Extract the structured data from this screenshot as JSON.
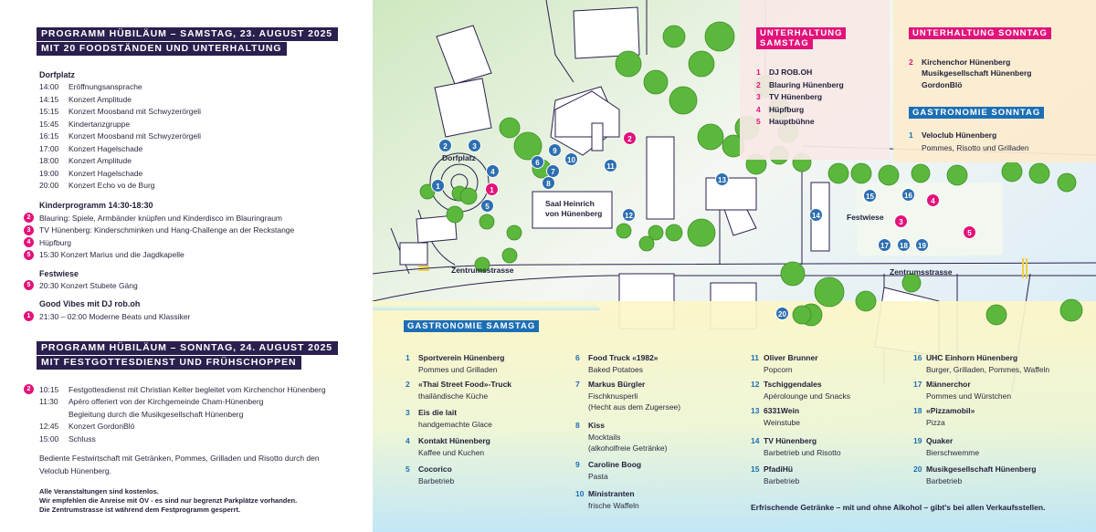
{
  "saturday": {
    "header1": "PROGRAMM HÜBILÄUM – SAMSTAG, 23. AUGUST 2025",
    "header2": "MIT 20 FOODSTÄNDEN UND UNTERHALTUNG",
    "dorfplatz_title": "Dorfplatz",
    "dorfplatz": [
      {
        "time": "14:00",
        "text": "Eröffnungsansprache"
      },
      {
        "time": "14:15",
        "text": "Konzert Amplitude"
      },
      {
        "time": "15:15",
        "text": "Konzert Moosband mit Schwyzerörgeli"
      },
      {
        "time": "15:45",
        "text": "Kindertanzgruppe"
      },
      {
        "time": "16:15",
        "text": "Konzert Moosband mit Schwyzerörgeli"
      },
      {
        "time": "17:00",
        "text": "Konzert Hagelschade"
      },
      {
        "time": "18:00",
        "text": "Konzert Amplitude"
      },
      {
        "time": "19:00",
        "text": "Konzert Hagelschade"
      },
      {
        "time": "20:00",
        "text": "Konzert Echo vo de Burg"
      }
    ],
    "kinder_title": "Kinderprogramm 14:30-18:30",
    "kinder": [
      {
        "mark": "2",
        "text": "Blauring: Spiele, Armbänder knüpfen und Kinderdisco im Blauringraum"
      },
      {
        "mark": "3",
        "text": "TV Hünenberg: Kinderschminken und Hang-Challenge an der Reckstange"
      },
      {
        "mark": "4",
        "text": "Hüpfburg"
      },
      {
        "mark": "5",
        "text": "15:30   Konzert Marius und die Jagdkapelle"
      }
    ],
    "festwiese_title": "Festwiese",
    "festwiese": [
      {
        "mark": "5",
        "text": "20:30   Konzert Stubete Gäng"
      }
    ],
    "goodvibes_title": "Good Vibes mit DJ rob.oh",
    "goodvibes": [
      {
        "mark": "1",
        "text": "21:30 – 02:00  Moderne Beats und Klassiker"
      }
    ]
  },
  "sunday": {
    "header1": "PROGRAMM HÜBILÄUM – SONNTAG, 24. AUGUST 2025",
    "header2": "MIT FESTGOTTESDIENST UND FRÜHSCHOPPEN",
    "items": [
      {
        "mark": "2",
        "time": "10:15",
        "text": "Festgottesdienst mit Christian Kelter begleitet vom Kirchenchor Hünenberg"
      },
      {
        "mark": "",
        "time": "11:30",
        "text": "Apéro offeriert von der Kirchgemeinde Cham-Hünenberg"
      },
      {
        "mark": "",
        "time": "",
        "text": "Begleitung durch die Musikgesellschaft Hünenberg"
      },
      {
        "mark": "",
        "time": "12:45",
        "text": "Konzert GordonBlö"
      },
      {
        "mark": "",
        "time": "15:00",
        "text": "Schluss"
      }
    ],
    "bedient1": "Bediente Festwirtschaft mit Getränken, Pommes, Grilladen und Risotto durch den",
    "bedient2": "Veloclub Hünenberg.",
    "note1": "Alle Veranstaltungen sind kostenlos.",
    "note2": "Wir empfehlen die Anreise mit ÖV - es sind nur begrenzt Parkplätze vorhanden.",
    "note3": "Die Zentrumstrasse ist während dem Festprogramm gesperrt."
  },
  "map": {
    "labels": {
      "dorfplatz": "Dorfplatz",
      "saal1": "Saal Heinrich",
      "saal2": "von Hünenberg",
      "festwiese": "Festwiese",
      "zentrum1": "Zentrumsstrasse",
      "zentrum2": "Zentrumsstrasse"
    },
    "pins_blue": [
      "1",
      "2",
      "3",
      "4",
      "5",
      "6",
      "7",
      "8",
      "9",
      "10",
      "11",
      "12",
      "13",
      "14",
      "15",
      "16",
      "17",
      "18",
      "19",
      "20"
    ],
    "pins_magenta": [
      "1",
      "2",
      "3",
      "4",
      "5"
    ]
  },
  "unterhaltung_samstag": {
    "title1": "UNTERHALTUNG",
    "title2": "SAMSTAG",
    "items": [
      {
        "n": "1",
        "text": "DJ ROB.OH"
      },
      {
        "n": "2",
        "text": "Blauring Hünenberg"
      },
      {
        "n": "3",
        "text": "TV Hünenberg"
      },
      {
        "n": "4",
        "text": "Hüpfburg"
      },
      {
        "n": "5",
        "text": "Hauptbühne"
      }
    ]
  },
  "unterhaltung_sonntag": {
    "title": "UNTERHALTUNG SONNTAG",
    "n": "2",
    "lines": [
      "Kirchenchor Hünenberg",
      "Musikgesellschaft Hünenberg",
      "GordonBlö"
    ]
  },
  "gastronomie_sonntag": {
    "title": "GASTRONOMIE SONNTAG",
    "n": "1",
    "name": "Veloclub Hünenberg",
    "desc": "Pommes, Risotto und Grilladen"
  },
  "gastronomie_samstag": {
    "title": "GASTRONOMIE SAMSTAG",
    "items": [
      {
        "n": "1",
        "name": "Sportverein Hünenberg",
        "desc": [
          "Pommes und Grilladen"
        ]
      },
      {
        "n": "2",
        "name": "«Thai Street Food»-Truck",
        "desc": [
          "thailändische Küche"
        ]
      },
      {
        "n": "3",
        "name": "Eis die lait",
        "desc": [
          "handgemachte Glace"
        ]
      },
      {
        "n": "4",
        "name": "Kontakt Hünenberg",
        "desc": [
          "Kaffee und Kuchen"
        ]
      },
      {
        "n": "5",
        "name": "Cocorico",
        "desc": [
          "Barbetrieb"
        ]
      },
      {
        "n": "6",
        "name": "Food Truck «1982»",
        "desc": [
          "Baked Potatoes"
        ]
      },
      {
        "n": "7",
        "name": "Markus Bürgler",
        "desc": [
          "Fischknusperli",
          "(Hecht aus dem Zugersee)"
        ]
      },
      {
        "n": "8",
        "name": "Kiss",
        "desc": [
          " Mocktails",
          "(alkoholfreie Getränke)"
        ]
      },
      {
        "n": "9",
        "name": "Caroline Boog",
        "desc": [
          "Pasta"
        ]
      },
      {
        "n": "10",
        "name": "Ministranten",
        "desc": [
          "frische Waffeln"
        ]
      },
      {
        "n": "11",
        "name": "Oliver Brunner",
        "desc": [
          "Popcorn"
        ]
      },
      {
        "n": "12",
        "name": "Tschiggendales",
        "desc": [
          "Apérolounge und Snacks"
        ]
      },
      {
        "n": "13",
        "name": "6331Wein",
        "desc": [
          "Weinstube"
        ]
      },
      {
        "n": "14",
        "name": "TV Hünenberg",
        "desc": [
          "Barbetrieb und Risotto"
        ]
      },
      {
        "n": "15",
        "name": "PfadiHü",
        "desc": [
          "Barbetrieb"
        ]
      },
      {
        "n": "16",
        "name": "UHC Einhorn Hünenberg",
        "desc": [
          "Burger, Grilladen, Pommes, Waffeln"
        ]
      },
      {
        "n": "17",
        "name": "Männerchor",
        "desc": [
          "Pommes und Würstchen"
        ]
      },
      {
        "n": "18",
        "name": "«Pizzamobil»",
        "desc": [
          "Pizza"
        ]
      },
      {
        "n": "19",
        "name": "Quaker",
        "desc": [
          "Bierschwemme"
        ]
      },
      {
        "n": "20",
        "name": "Musikgesellschaft Hünenberg",
        "desc": [
          "Barbetrieb"
        ]
      }
    ],
    "footer": "Erfrischende Getränke – mit und ohne Alkohol – gibt's bei allen Verkaufsstellen."
  },
  "colors": {
    "navy": "#2b1f4e",
    "magenta": "#e2137a",
    "blue": "#1d6fb5",
    "tree": "#5cb83c"
  }
}
